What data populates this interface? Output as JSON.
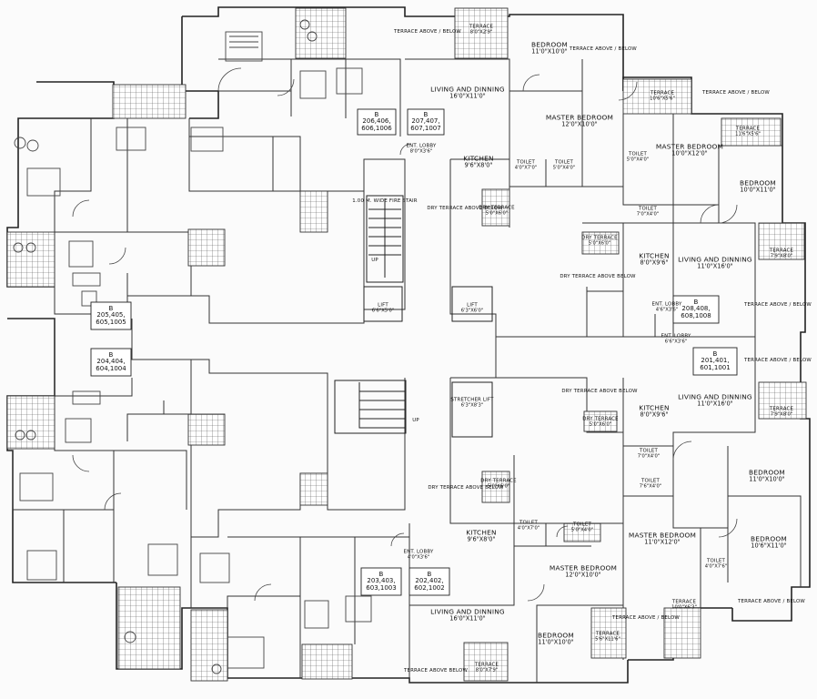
{
  "rooms": [
    {
      "name": "TERRACE ABOVE / BELOW",
      "dim": ""
    },
    {
      "name": "TERRACE",
      "dim": "8'0\"X2'9\""
    },
    {
      "name": "BEDROOM",
      "dim": "11'0\"X10'0\""
    },
    {
      "name": "TERRACE ABOVE / BELOW",
      "dim": ""
    },
    {
      "name": "LIVING AND DINNING",
      "dim": "16'0\"X11'0\""
    },
    {
      "name": "MASTER BEDROOM",
      "dim": "12'0\"X10'0\""
    },
    {
      "name": "TERRACE",
      "dim": "10'6\"X5'6\""
    },
    {
      "name": "TERRACE ABOVE / BELOW",
      "dim": ""
    },
    {
      "name": "TERRACE",
      "dim": "11'6\"X5'6\""
    },
    {
      "name": "ENT. LOBBY",
      "dim": "8'0\"X3'6\""
    },
    {
      "name": "KITCHEN",
      "dim": "9'6\"X8'0\""
    },
    {
      "name": "TOILET",
      "dim": "4'0\"X7'0\""
    },
    {
      "name": "TOILET",
      "dim": "5'0\"X4'0\""
    },
    {
      "name": "MASTER BEDROOM",
      "dim": "10'0\"X12'0\""
    },
    {
      "name": "TOILET",
      "dim": "5'0\"X4'0\""
    },
    {
      "name": "BEDROOM",
      "dim": "10'0\"X11'0\""
    },
    {
      "name": "1.00 M. WIDE FIRE STAIR",
      "dim": ""
    },
    {
      "name": "DRY TERRACE ABOVE BELOW",
      "dim": ""
    },
    {
      "name": "DRY TERRACE",
      "dim": "5'0\"X6'0\""
    },
    {
      "name": "TOILET",
      "dim": "7'0\"X4'0\""
    },
    {
      "name": "DRY TERRACE",
      "dim": "5'0\"X6'0\""
    },
    {
      "name": "KITCHEN",
      "dim": "8'0\"X9'6\""
    },
    {
      "name": "LIVING AND DINNING",
      "dim": "11'0\"X16'0\""
    },
    {
      "name": "TERRACE",
      "dim": "7'9\"X8'0\""
    },
    {
      "name": "DRY TERRACE ABOVE BELOW",
      "dim": ""
    },
    {
      "name": "TERRACE ABOVE / BELOW",
      "dim": ""
    },
    {
      "name": "LIFT",
      "dim": "6'6\"X5'0\""
    },
    {
      "name": "LIFT",
      "dim": "6'3\"X6'0\""
    },
    {
      "name": "ENT. LOBBY",
      "dim": "4'6\"X3'6\""
    },
    {
      "name": "ENT. LOBBY",
      "dim": "6'6\"X3'6\""
    },
    {
      "name": "TERRACE ABOVE / BELOW",
      "dim": ""
    },
    {
      "name": "DRY TERRACE ABOVE BELOW",
      "dim": ""
    },
    {
      "name": "STRETCHER LIFT",
      "dim": "6'3\"X8'3\""
    },
    {
      "name": "KITCHEN",
      "dim": "8'0\"X9'6\""
    },
    {
      "name": "LIVING AND DINNING",
      "dim": "11'0\"X16'0\""
    },
    {
      "name": "DRY TERRACE",
      "dim": "5'0\"X6'0\""
    },
    {
      "name": "TERRACE",
      "dim": "7'9\"X8'0\""
    },
    {
      "name": "TOILET",
      "dim": "7'0\"X4'0\""
    },
    {
      "name": "TOILET",
      "dim": "7'6\"X4'0\""
    },
    {
      "name": "BEDROOM",
      "dim": "11'0\"X10'0\""
    },
    {
      "name": "DRY TERRACE ABOVE BELOW",
      "dim": ""
    },
    {
      "name": "DRY TERRACE",
      "dim": "5'0\"X6'0\""
    },
    {
      "name": "KITCHEN",
      "dim": "9'6\"X8'0\""
    },
    {
      "name": "TOILET",
      "dim": "4'0\"X7'0\""
    },
    {
      "name": "TOILET",
      "dim": "5'0\"X4'0\""
    },
    {
      "name": "MASTER BEDROOM",
      "dim": "11'0\"X12'0\""
    },
    {
      "name": "BEDROOM",
      "dim": "10'6\"X11'0\""
    },
    {
      "name": "ENT. LOBBY",
      "dim": "4'0\"X3'6\""
    },
    {
      "name": "MASTER BEDROOM",
      "dim": "12'0\"X10'0\""
    },
    {
      "name": "TOILET",
      "dim": "4'0\"X7'6\""
    },
    {
      "name": "TERRACE ABOVE / BELOW",
      "dim": ""
    },
    {
      "name": "TERRACE",
      "dim": "10'0\"X6'3\""
    },
    {
      "name": "TERRACE ABOVE / BELOW",
      "dim": ""
    },
    {
      "name": "LIVING AND DINNING",
      "dim": "16'0\"X11'0\""
    },
    {
      "name": "BEDROOM",
      "dim": "11'0\"X10'0\""
    },
    {
      "name": "TERRACE",
      "dim": "5'6\"X11'6\""
    },
    {
      "name": "TERRACE ABOVE BELOW",
      "dim": ""
    },
    {
      "name": "TERRACE",
      "dim": "8'0\"X7'9\""
    }
  ],
  "units": [
    {
      "type": "B",
      "numbers": "206,406, 606,1006"
    },
    {
      "type": "B",
      "numbers": "207,407, 607,1007"
    },
    {
      "type": "B",
      "numbers": "205,405, 605,1005"
    },
    {
      "type": "B",
      "numbers": "208,408, 608,1008"
    },
    {
      "type": "B",
      "numbers": "204,404, 604,1004"
    },
    {
      "type": "B",
      "numbers": "201,401, 601,1001"
    },
    {
      "type": "B",
      "numbers": "203,403, 603,1003"
    },
    {
      "type": "B",
      "numbers": "202,402, 602,1002"
    }
  ],
  "stair_marks": [
    "UP",
    "UP"
  ]
}
